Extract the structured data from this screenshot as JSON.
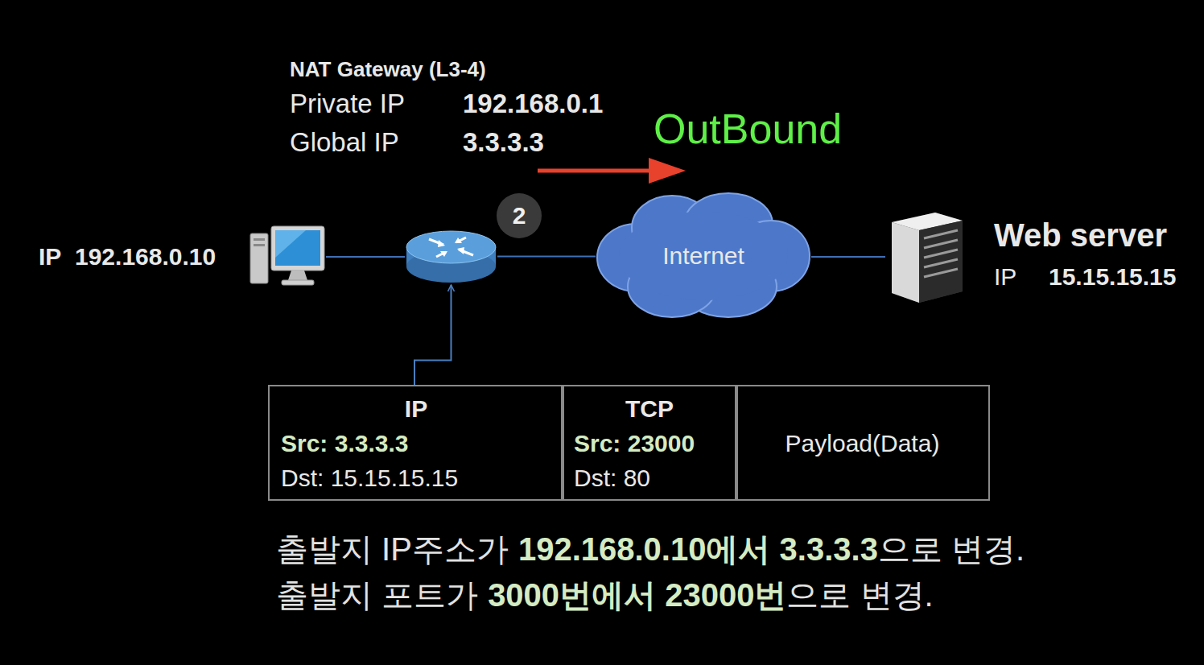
{
  "diagram": {
    "nodes": [
      {
        "text": [
          "IP",
          "192.168.0.10"
        ]
      },
      {
        "text": [
          "NAT Gateway (L3-4)",
          "Private IP",
          "192.168.0.1",
          "Global IP",
          "3.3.3.3"
        ]
      },
      {
        "text": [
          "Internet"
        ]
      },
      {
        "text": [
          "Web server",
          "IP",
          "15.15.15.15"
        ]
      },
      {
        "text": [
          "IP",
          "Src: 3.3.3.3",
          "Dst: 15.15.15.15"
        ]
      },
      {
        "text": [
          "TCP",
          "Src: 23000",
          "Dst: 80"
        ]
      },
      {
        "text": [
          "Payload(Data)"
        ]
      }
    ],
    "edges": [
      {
        "from": 0,
        "to": 1,
        "arrow": "none"
      },
      {
        "from": 1,
        "to": 2,
        "arrow": "none"
      },
      {
        "from": 2,
        "to": 3,
        "arrow": "none"
      },
      {
        "from": 4,
        "to": 1,
        "arrow": "to"
      }
    ],
    "labels": [
      "OutBound",
      "2",
      "출발지 IP주소가",
      "192.168.0.10에서 3.3.3.3",
      "으로 변경.",
      "출발지 포트가",
      "3000번에서 23000번",
      "으로 변경."
    ]
  }
}
